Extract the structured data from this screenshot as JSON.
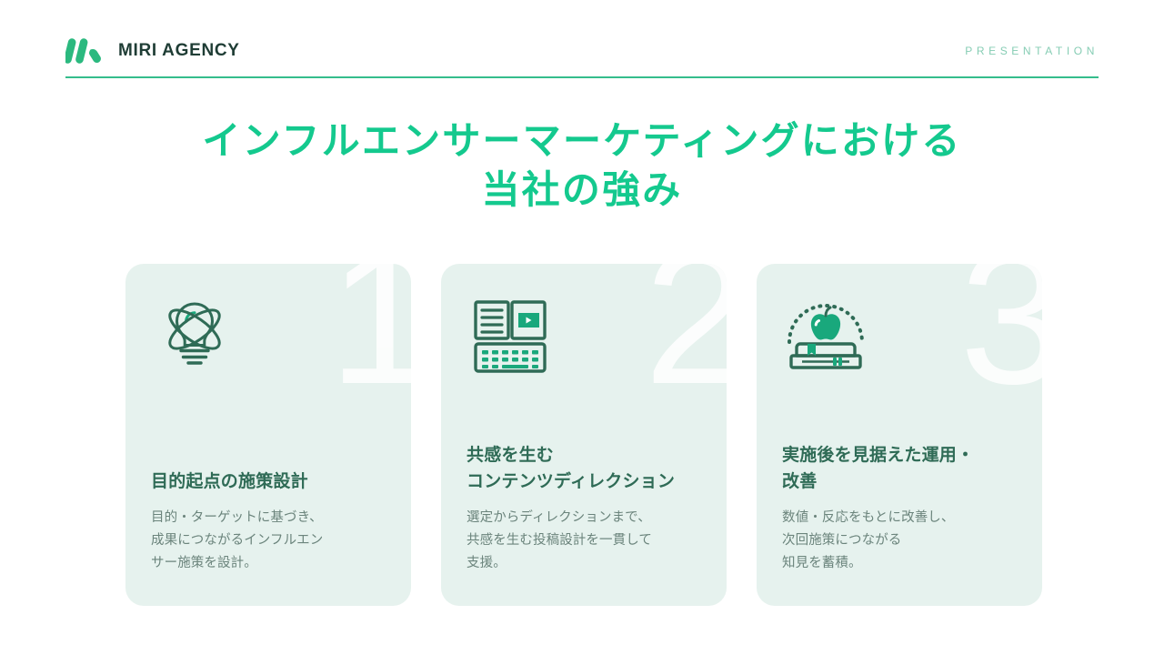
{
  "header": {
    "logo_icon": "miri-m-logo",
    "brand_name": "MIRI AGENCY",
    "tag": "PRESENTATION",
    "accent_color": "#35bd8c",
    "tag_color": "#86cdb4"
  },
  "title": {
    "line1": "インフルエンサーマーケティングにおける",
    "line2": "当社の強み",
    "color": "#14c98e"
  },
  "cards": [
    {
      "number": "1",
      "icon": "lightbulb-orbit-icon",
      "title": "目的起点の施策設計",
      "body": "目的・ターゲットに基づき、\n成果につながるインフルエン\nサー施策を設計。"
    },
    {
      "number": "2",
      "icon": "book-video-keyboard-icon",
      "title": "共感を生む\nコンテンツディレクション",
      "body": "選定からディレクションまで、\n共感を生む投稿設計を一貫して\n支援。"
    },
    {
      "number": "3",
      "icon": "apple-on-books-icon",
      "title": "実施後を見据えた運用・\n改善",
      "body": "数値・反応をもとに改善し、\n次回施策につながる\n知見を蓄積。"
    }
  ],
  "palette": {
    "page_background": "#ffffff",
    "card_background": "#e6f2ee",
    "card_title": "#2f6b56",
    "card_body": "#6b847c",
    "icon_dark": "#2f6b56",
    "icon_green": "#19a87c"
  }
}
